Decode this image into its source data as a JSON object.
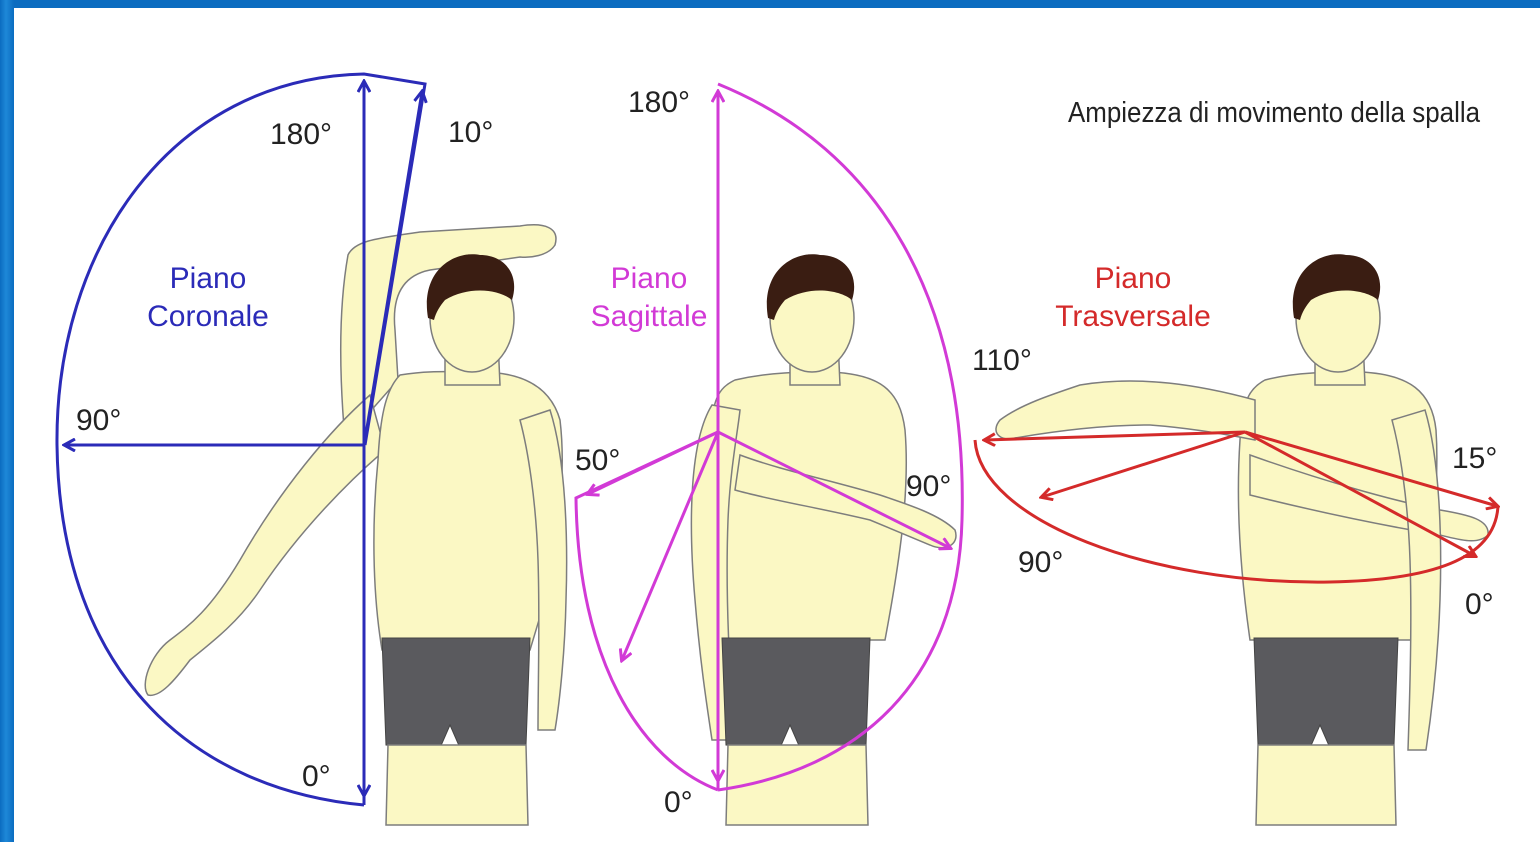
{
  "title": "Ampiezza di movimento della spalla",
  "colors": {
    "frame": "#0b6cc0",
    "skin": "#fbf8c4",
    "hair": "#3a1d12",
    "shorts": "#5a5a5e",
    "outline": "#7d7d7d",
    "coronal": "#2b2bb8",
    "sagittal": "#d23ad6",
    "transverse": "#d42a2a"
  },
  "planes": {
    "coronal": {
      "name_line1": "Piano",
      "name_line2": "Coronale",
      "angle_180": "180°",
      "angle_10": "10°",
      "angle_90": "90°",
      "angle_0": "0°"
    },
    "sagittal": {
      "name_line1": "Piano",
      "name_line2": "Sagittale",
      "angle_180": "180°",
      "angle_50": "50°",
      "angle_90": "90°",
      "angle_0": "0°"
    },
    "transverse": {
      "name_line1": "Piano",
      "name_line2": "Trasversale",
      "angle_110": "110°",
      "angle_15": "15°",
      "angle_90": "90°",
      "angle_0": "0°"
    }
  }
}
